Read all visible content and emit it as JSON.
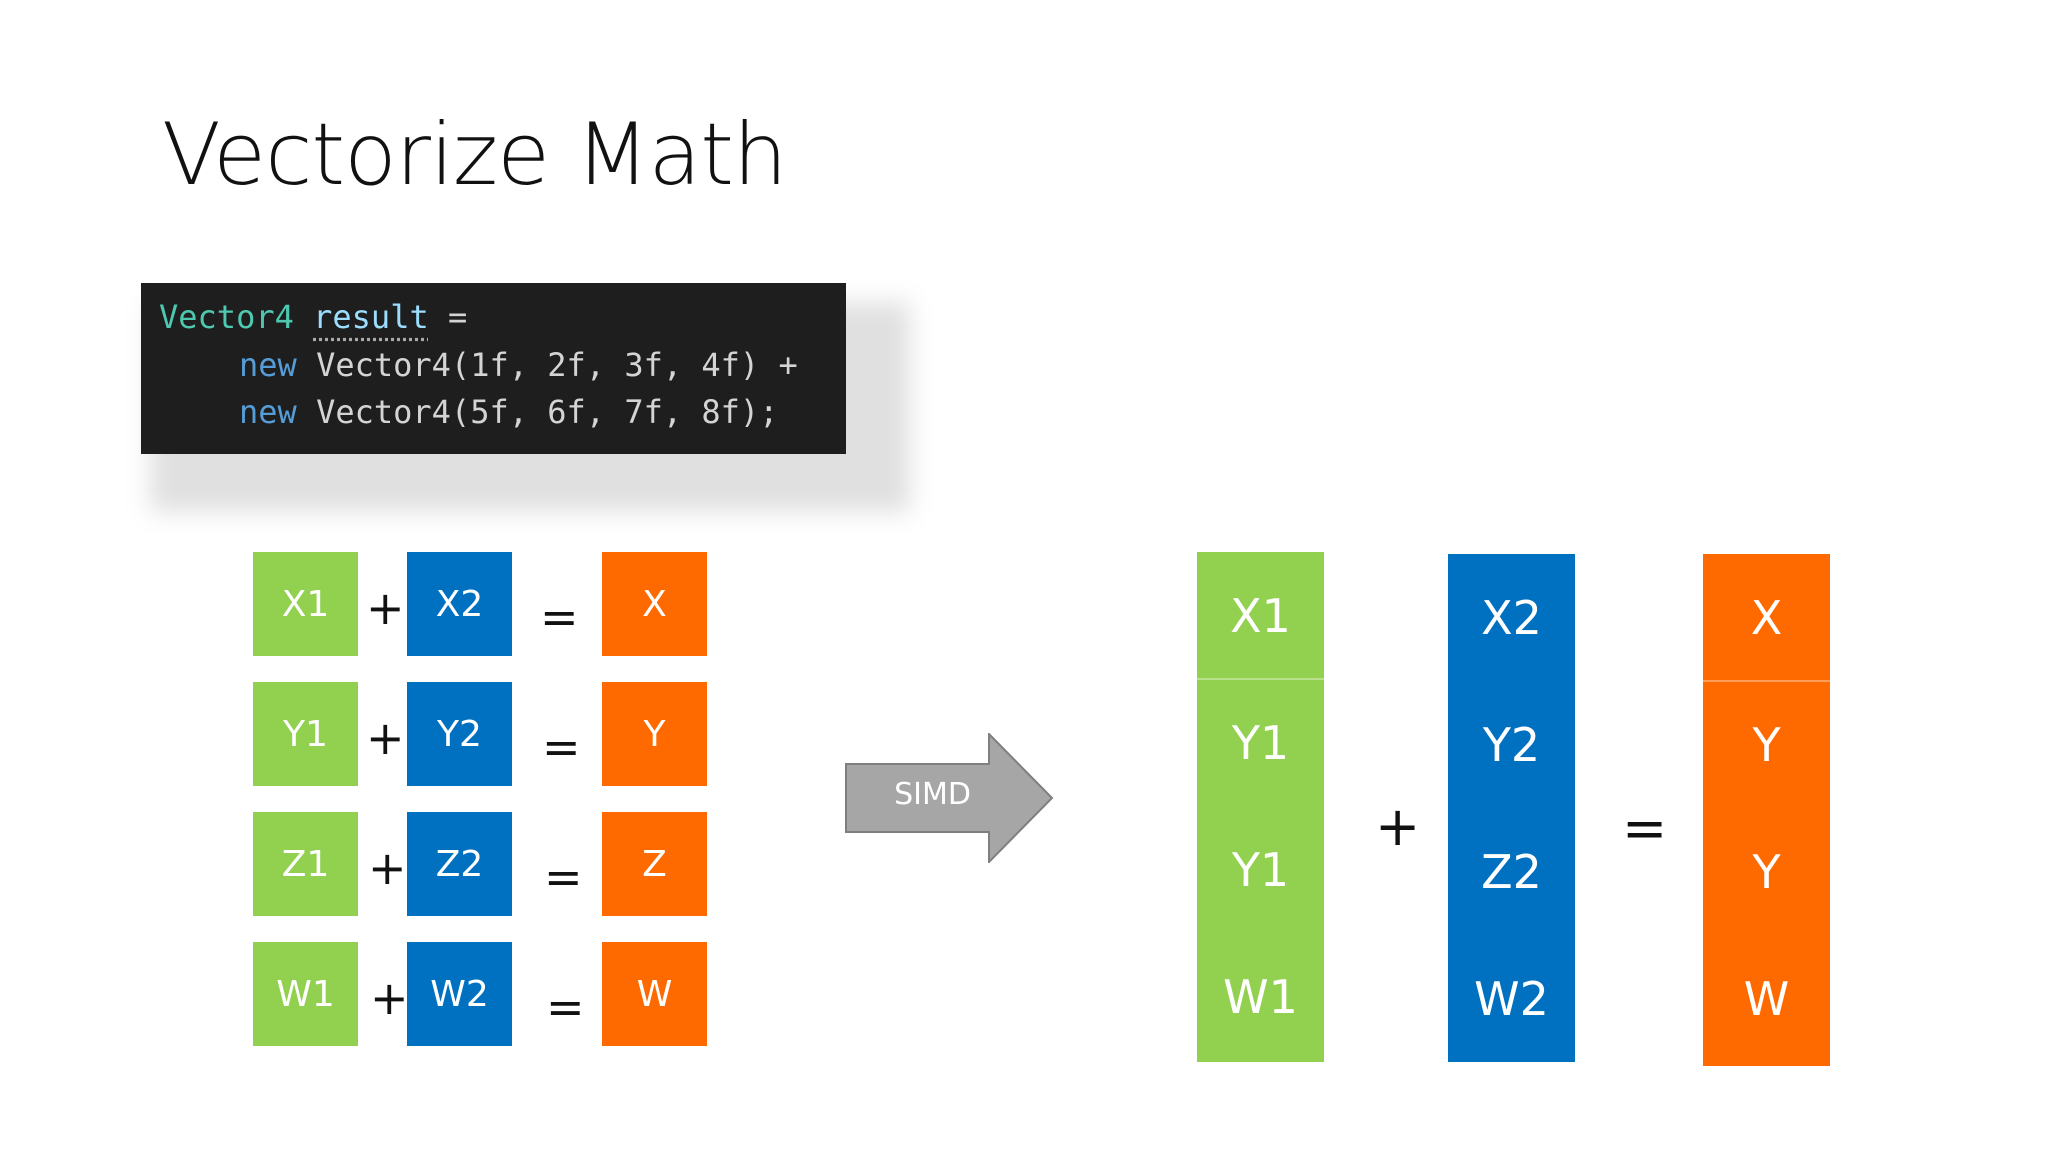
{
  "title": "Vectorize Math",
  "code": {
    "line1_type": "Vector4",
    "line1_var": "result",
    "line1_rest": " =",
    "line2_kw": "new",
    "line2_rest": " Vector4(1f, 2f, 3f, 4f) +",
    "line3_kw": "new",
    "line3_rest": " Vector4(5f, 6f, 7f, 8f);"
  },
  "scalar_rows": [
    {
      "a": "X1",
      "op": "+",
      "b": "X2",
      "eq": "=",
      "r": "X"
    },
    {
      "a": "Y1",
      "op": "+",
      "b": "Y2",
      "eq": "=",
      "r": "Y"
    },
    {
      "a": "Z1",
      "op": "+",
      "b": "Z2",
      "eq": "=",
      "r": "Z"
    },
    {
      "a": "W1",
      "op": "+",
      "b": "W2",
      "eq": "=",
      "r": "W"
    }
  ],
  "simd_label": "SIMD",
  "vector": {
    "a": [
      "X1",
      "Y1",
      "Y1",
      "W1"
    ],
    "op": "+",
    "b": [
      "X2",
      "Y2",
      "Z2",
      "W2"
    ],
    "eq": "=",
    "r": [
      "X",
      "Y",
      "Y",
      "W"
    ]
  },
  "colors": {
    "green": "#92d050",
    "blue": "#0070c0",
    "orange": "#ff6a00",
    "arrow": "#a6a6a6"
  }
}
